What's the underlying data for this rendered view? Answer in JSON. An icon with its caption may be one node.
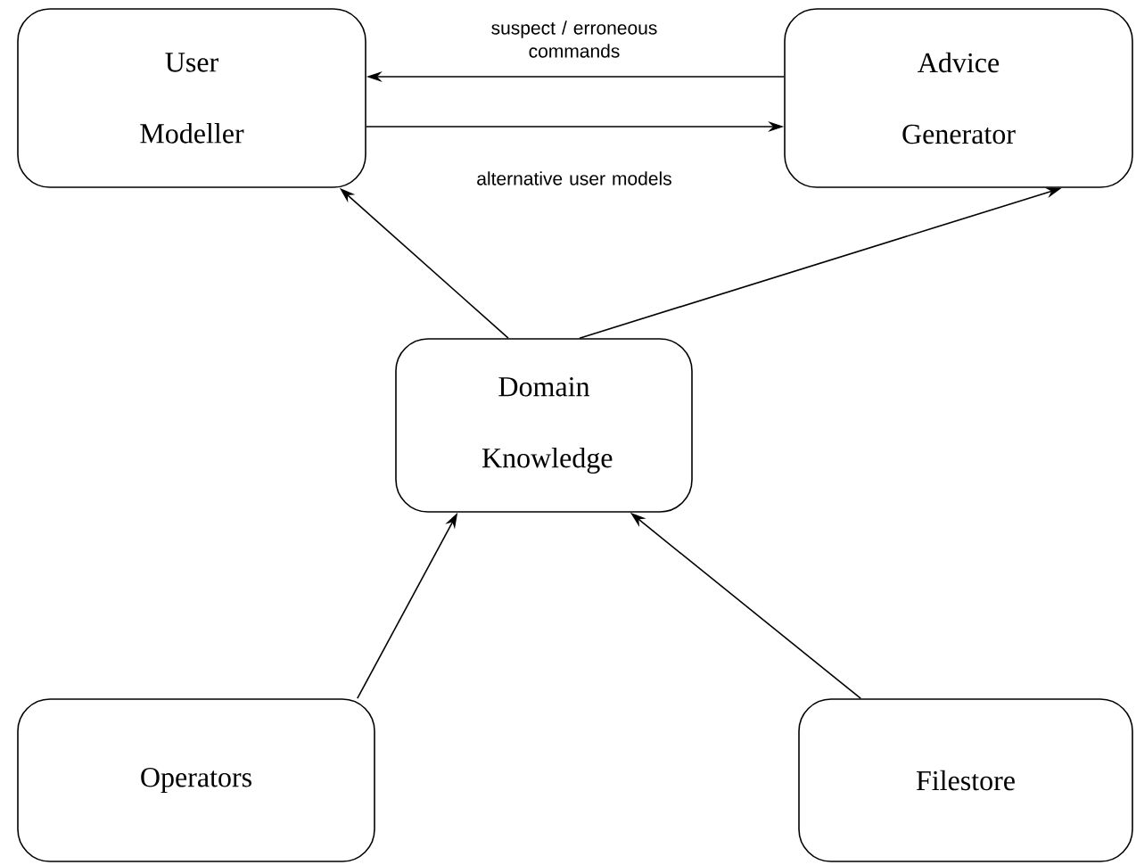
{
  "diagram": {
    "nodes": [
      {
        "text": [
          "User Modeller"
        ]
      },
      {
        "text": [
          "Advice Generator"
        ]
      },
      {
        "text": [
          "Domain Knowledge"
        ]
      },
      {
        "text": [
          "Operators"
        ]
      },
      {
        "text": [
          "Filestore"
        ]
      }
    ],
    "edges": [
      {
        "from": 1,
        "to": 0,
        "arrow": "to",
        "label": "suspect / erroneous commands"
      },
      {
        "from": 0,
        "to": 1,
        "arrow": "to",
        "label": "alternative user models"
      },
      {
        "from": 2,
        "to": 0,
        "arrow": "to"
      },
      {
        "from": 2,
        "to": 1,
        "arrow": "to"
      },
      {
        "from": 3,
        "to": 2,
        "arrow": "to"
      },
      {
        "from": 4,
        "to": 2,
        "arrow": "to"
      }
    ]
  }
}
